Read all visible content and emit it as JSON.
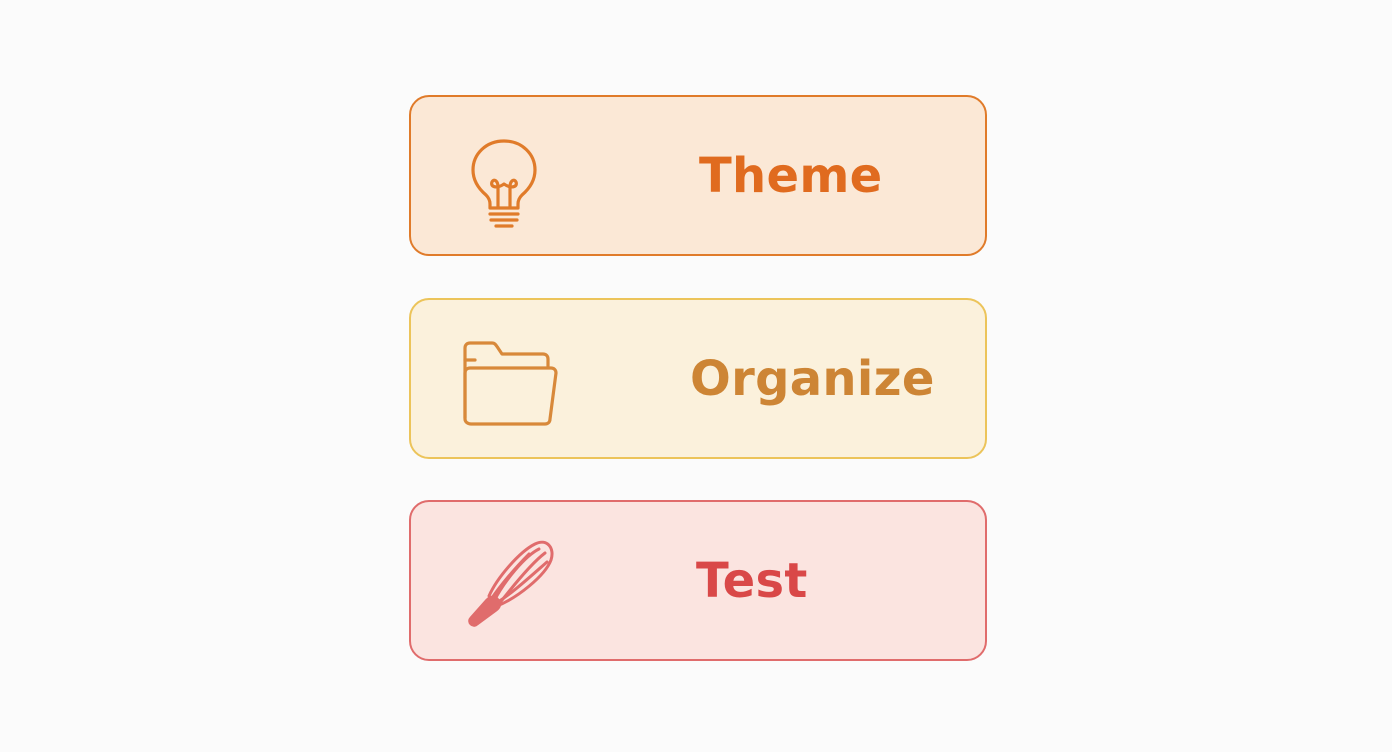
{
  "steps": [
    {
      "id": "theme",
      "label": "Theme",
      "icon": "lightbulb-icon",
      "colors": {
        "border": "#e07b2a",
        "fill": "#fbe8d6",
        "text": "#e06b1f",
        "icon": "#e07b2a"
      }
    },
    {
      "id": "organize",
      "label": "Organize",
      "icon": "folder-icon",
      "colors": {
        "border": "#ecc45a",
        "fill": "#fbf1dc",
        "text": "#cd8535",
        "icon": "#d8893a"
      }
    },
    {
      "id": "test",
      "label": "Test",
      "icon": "whisk-icon",
      "colors": {
        "border": "#e06c6c",
        "fill": "#fbe4e0",
        "text": "#d94848",
        "icon": "#e06c6c"
      }
    }
  ]
}
